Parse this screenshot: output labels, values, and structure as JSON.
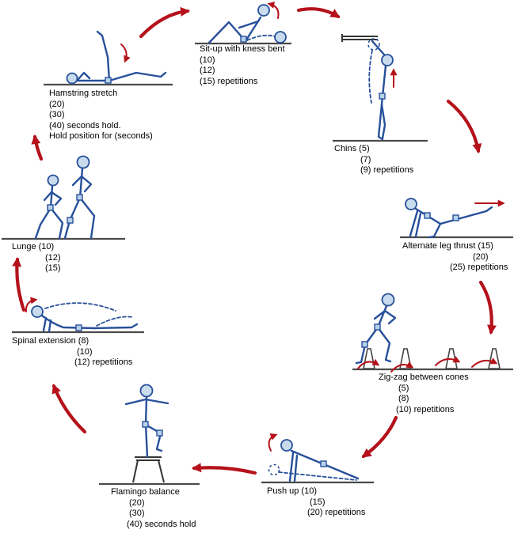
{
  "diagram_name": "Circuit training exercise circle",
  "colors": {
    "figure_blue": "#27509b",
    "head_fill": "#c9dcee",
    "arrow_red": "#b5121b",
    "ground_gray": "#4a4a4a",
    "text_black": "#000000"
  },
  "stations": [
    {
      "id": "hamstring-stretch",
      "lines": [
        "Hamstring stretch",
        "(20)",
        "(30)",
        "(40) seconds hold.",
        "Hold position for (seconds)"
      ]
    },
    {
      "id": "situp",
      "lines": [
        "Sit-up with kness bent",
        "(10)",
        "(12)",
        "(15) repetitions"
      ]
    },
    {
      "id": "chins",
      "lines": [
        "Chins (5)",
        "(7)",
        "(9) repetitions"
      ]
    },
    {
      "id": "alternate-leg-thrust",
      "lines": [
        "Alternate leg thrust (15)",
        "(20)",
        "(25) repetitions"
      ]
    },
    {
      "id": "zigzag-between-cones",
      "lines": [
        "Zig-zag between cones",
        "(5)",
        "(8)",
        "(10) repetitions"
      ]
    },
    {
      "id": "pushup",
      "lines": [
        "Push up (10)",
        "(15)",
        "(20) repetitions"
      ]
    },
    {
      "id": "flamingo-balance",
      "lines": [
        "Flamingo balance",
        "(20)",
        "(30)",
        "(40) seconds hold"
      ]
    },
    {
      "id": "spinal-extension",
      "lines": [
        "Spinal extension (8)",
        "(10)",
        "(12) repetitions"
      ]
    },
    {
      "id": "lunge",
      "lines": [
        "Lunge (10)",
        "(12)",
        "(15)"
      ]
    }
  ]
}
